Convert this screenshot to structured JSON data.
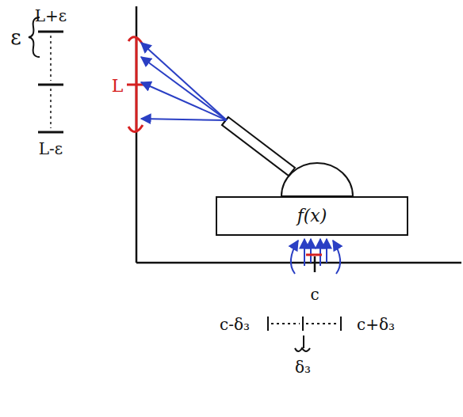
{
  "diagram": {
    "nodes": [
      {
        "text": [
          "f(x)"
        ]
      }
    ],
    "labels": [
      "L+ε",
      "ε",
      "L",
      "L-ε",
      "c",
      "c-δ₃",
      "c+δ₃",
      "δ₃"
    ]
  }
}
